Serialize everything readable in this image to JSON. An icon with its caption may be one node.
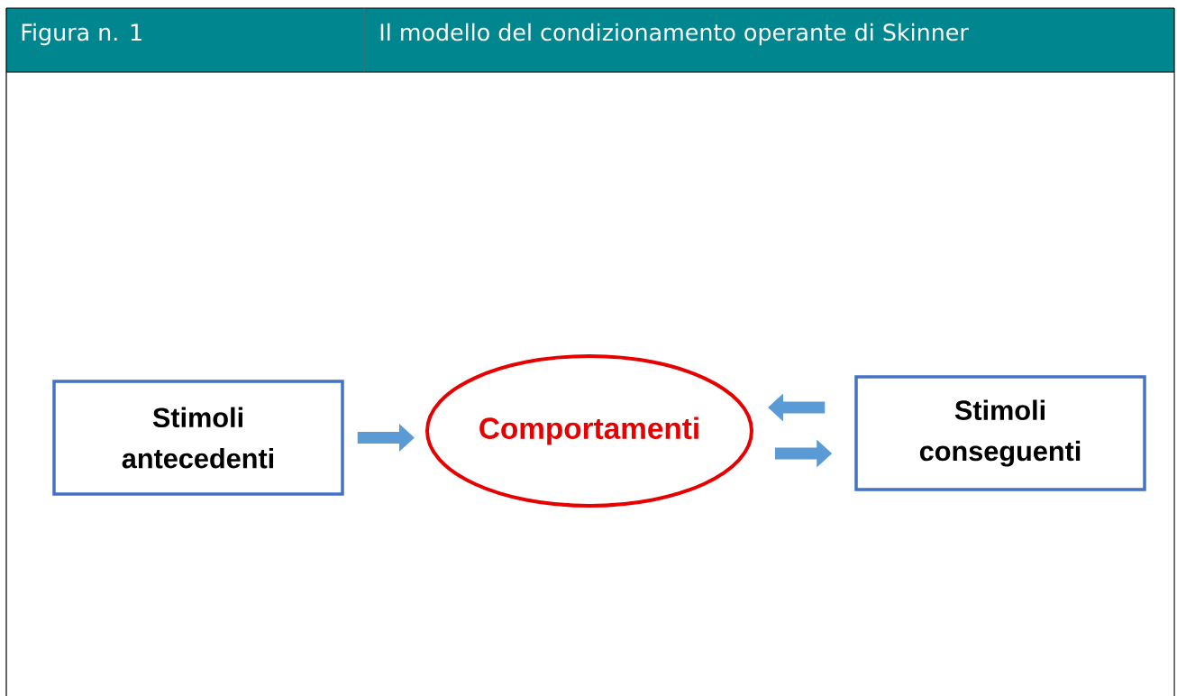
{
  "diagram": {
    "title": "Il modello del condizionamento operante di Skinner",
    "labels": [
      "Figura n. 1"
    ],
    "nodes": [
      {
        "text": [
          "Stimoli antecedenti"
        ]
      },
      {
        "text": [
          "Comportamenti"
        ]
      },
      {
        "text": [
          "Stimoli conseguenti"
        ]
      }
    ],
    "edges": [
      {
        "from": 0,
        "to": 1,
        "arrow": "to"
      },
      {
        "from": 2,
        "to": 1,
        "arrow": "to"
      },
      {
        "from": 1,
        "to": 2,
        "arrow": "to"
      }
    ]
  }
}
